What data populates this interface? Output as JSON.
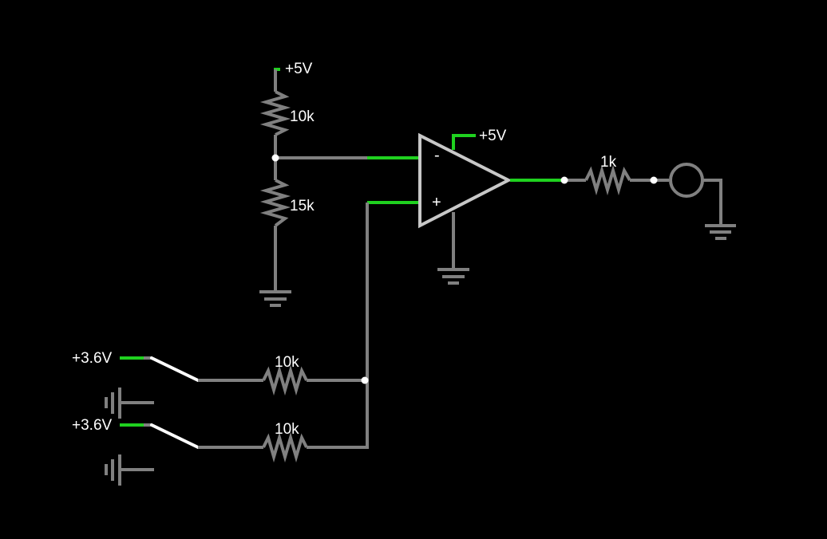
{
  "circuit": {
    "supply_top": "+5V",
    "opamp_supply": "+5V",
    "r_top": "10k",
    "r_bottom": "15k",
    "r_output": "1k",
    "r_input_1": "10k",
    "r_input_2": "10k",
    "switch_1_source": "+3.6V",
    "switch_2_source": "+3.6V",
    "opamp_inverting_pin": "-",
    "opamp_noninverting_pin": "+"
  },
  "colors": {
    "background": "#000000",
    "wire": "#808080",
    "live_wire": "#1fd11f",
    "opamp": "#c8c8c8",
    "node": "#ffffff",
    "label": "#ffffff"
  },
  "icons": {
    "ground": "ground-icon",
    "output_lamp": "lamp-icon",
    "switch": "spdt-switch-icon"
  }
}
